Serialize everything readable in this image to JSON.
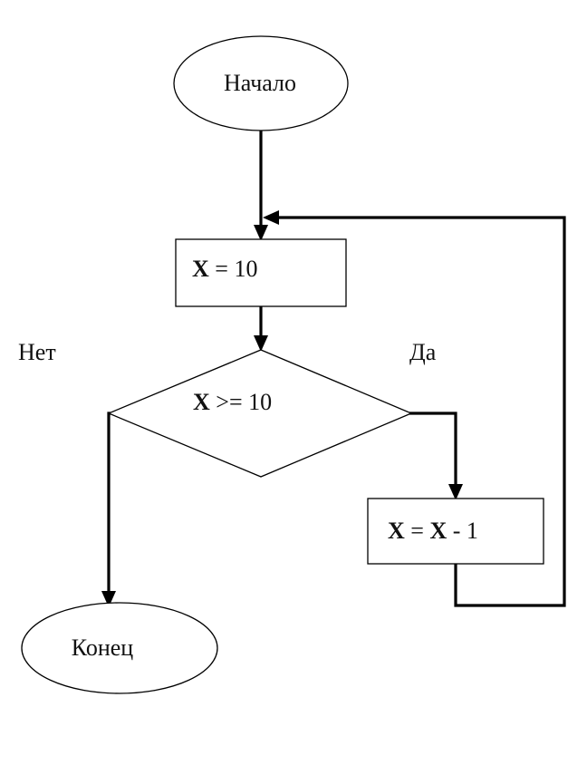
{
  "nodes": {
    "start": {
      "label": "Начало"
    },
    "assign": {
      "var": "X",
      "rest": " = 10"
    },
    "decision": {
      "var": "X",
      "rest": " >= 10"
    },
    "decrement": {
      "var1": "X",
      "eq": " = ",
      "var2": "X",
      "rest": " - 1"
    },
    "end": {
      "label": "Конец"
    }
  },
  "branches": {
    "no": "Нет",
    "yes": "Да"
  }
}
